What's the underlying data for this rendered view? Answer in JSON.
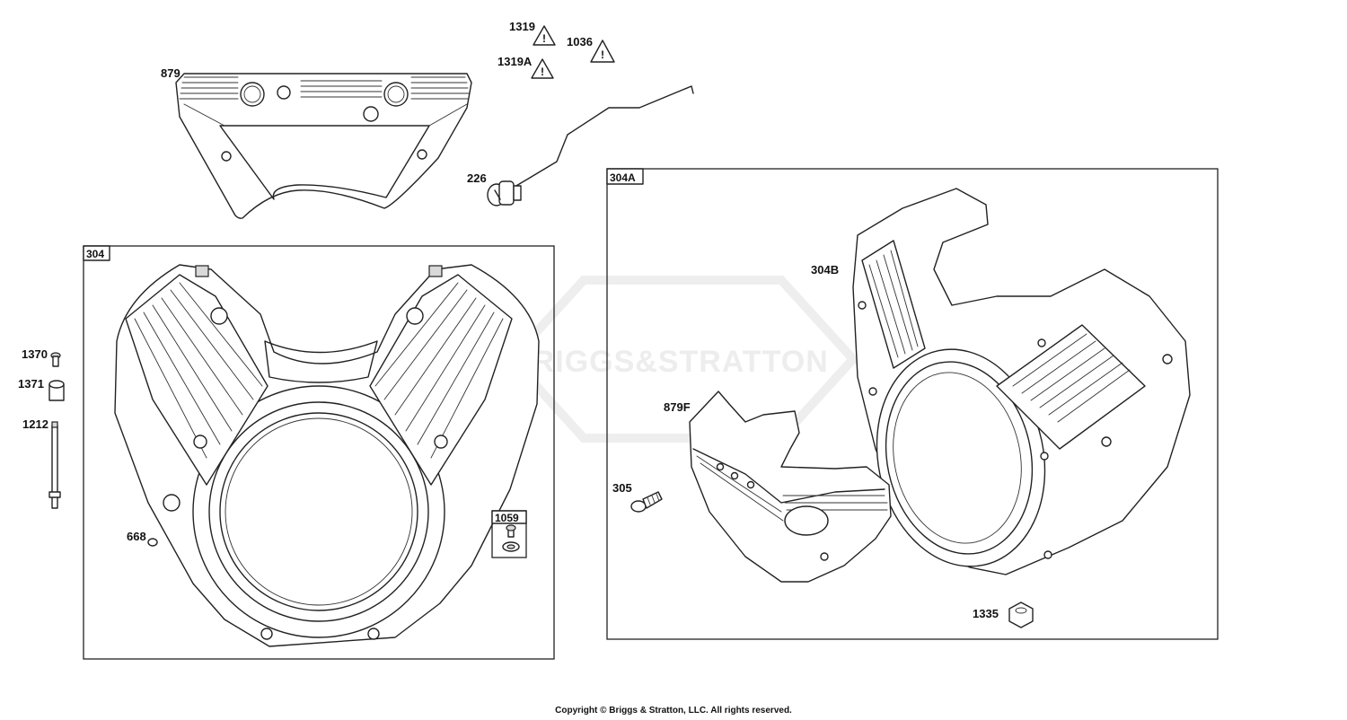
{
  "watermark": {
    "text": "BRIGGS&STRATTON"
  },
  "callouts": {
    "p1319": "1319",
    "p1036": "1036",
    "p1319A": "1319A",
    "p879": "879",
    "p226": "226",
    "p304B": "304B",
    "p1370": "1370",
    "p1371": "1371",
    "p1212": "1212",
    "p668": "668",
    "p879F": "879F",
    "p305": "305",
    "p1335": "1335"
  },
  "boxes": {
    "b304": "304",
    "b304A": "304A",
    "b1059": "1059"
  },
  "warning_icon": {
    "glyph": "!"
  },
  "footer": {
    "copyright": "Copyright © Briggs & Stratton, LLC. All rights reserved."
  }
}
